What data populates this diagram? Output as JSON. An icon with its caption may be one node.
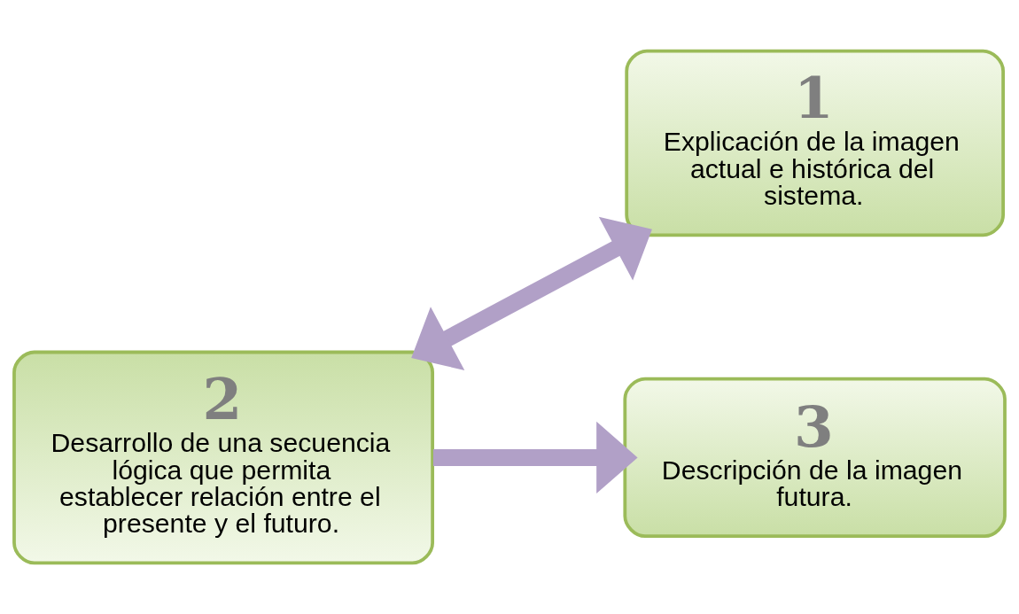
{
  "diagram": {
    "nodes": [
      {
        "text": [
          "1",
          "Explicación de la imagen actual e histórica del sistema."
        ]
      },
      {
        "text": [
          "2",
          "Desarrollo de una secuencia lógica que permita establecer relación entre el presente y el futuro."
        ]
      },
      {
        "text": [
          "3",
          "Descripción de la imagen futura."
        ]
      }
    ],
    "edges": [
      {
        "from": 0,
        "to": 1,
        "arrow": "both",
        "color": "#b1a0c7"
      },
      {
        "from": 1,
        "to": 2,
        "arrow": "to",
        "color": "#b1a0c7"
      }
    ]
  }
}
